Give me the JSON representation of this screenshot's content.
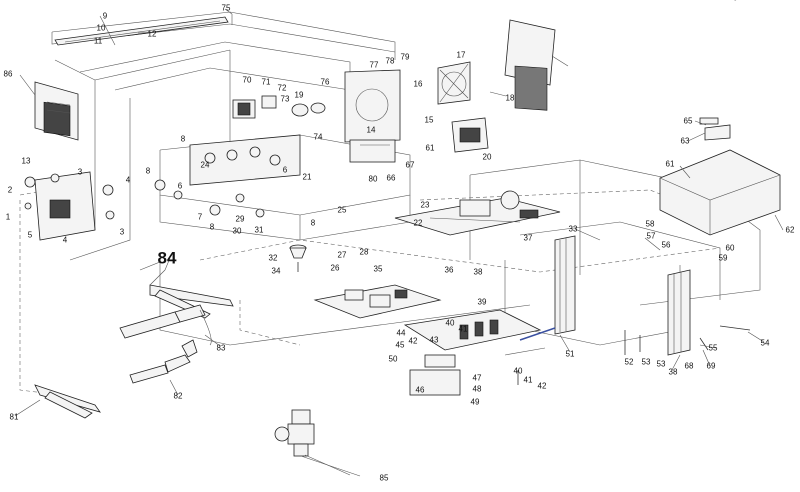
{
  "diagram": {
    "type": "exploded-parts-diagram",
    "callouts": [
      "1",
      "2",
      "3",
      "3",
      "4",
      "4",
      "5",
      "6",
      "6",
      "7",
      "8",
      "8",
      "8",
      "8",
      "9",
      "10",
      "11",
      "12",
      "13",
      "14",
      "15",
      "16",
      "17",
      "18",
      "19",
      "20",
      "21",
      "22",
      "23",
      "24",
      "25",
      "26",
      "27",
      "28",
      "29",
      "30",
      "31",
      "32",
      "33",
      "34",
      "35",
      "36",
      "37",
      "38",
      "38",
      "39",
      "40",
      "40",
      "41",
      "41",
      "42",
      "42",
      "43",
      "44",
      "45",
      "46",
      "47",
      "48",
      "49",
      "50",
      "51",
      "52",
      "53",
      "53",
      "54",
      "55",
      "56",
      "57",
      "58",
      "59",
      "60",
      "61",
      "61",
      "62",
      "63",
      "65",
      "66",
      "67",
      "68",
      "69",
      "70",
      "71",
      "72",
      "73",
      "74",
      "75",
      "76",
      "77",
      "78",
      "79",
      "80",
      "81",
      "82",
      "83",
      "84",
      "85",
      "86"
    ]
  }
}
